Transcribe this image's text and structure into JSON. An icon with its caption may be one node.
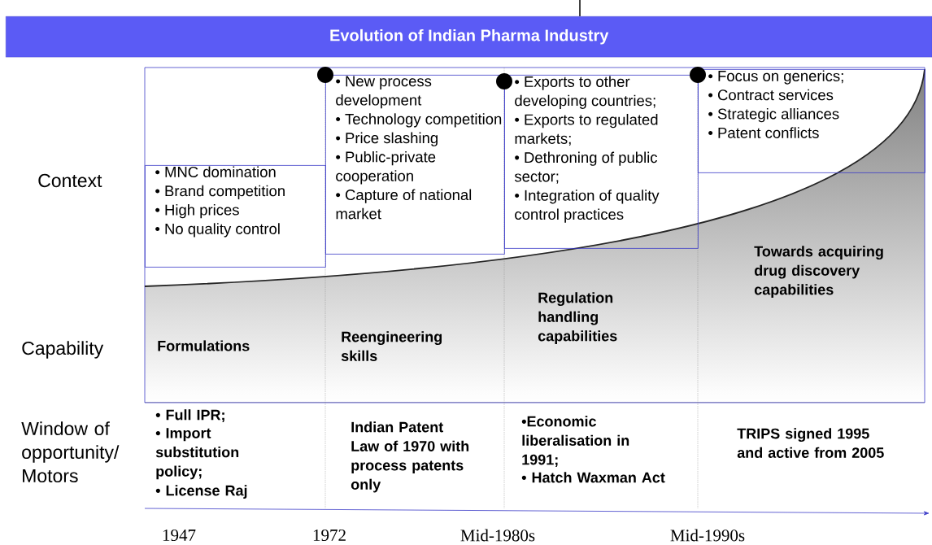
{
  "diagram": {
    "title": "Evolution of Indian Pharma Industry",
    "nodes": [
      {
        "text": [
          "• MNC domination",
          "• Brand competition",
          "• High prices",
          "• No quality control"
        ]
      },
      {
        "text": [
          "• New process development",
          "• Technology competition",
          "• Price slashing",
          "• Public-private cooperation",
          "• Capture of national market"
        ]
      },
      {
        "text": [
          "• Exports to other developing countries;",
          "•  Exports to regulated markets;",
          "•  Dethroning of public sector;",
          "• Integration of quality control practices"
        ]
      },
      {
        "text": [
          "• Focus on generics;",
          "•  Contract services",
          "•  Strategic alliances",
          "•  Patent conflicts"
        ]
      }
    ],
    "labels": [
      "Context",
      "Capability",
      "Formulations",
      "Reengineering skills",
      "Regulation handling capabilities",
      "Towards acquiring drug discovery capabilities",
      "Window of opportunity/ Motors",
      "• Full IPR;",
      "• Import substitution policy;",
      "• License Raj",
      "Indian Patent Law of 1970 with process patents only",
      "•Economic liberalisation in 1991;",
      "• Hatch Waxman Act",
      "TRIPS signed 1995 and active from 2005",
      "1947",
      "1972",
      "Mid-1980s",
      "Mid-1990s"
    ]
  }
}
